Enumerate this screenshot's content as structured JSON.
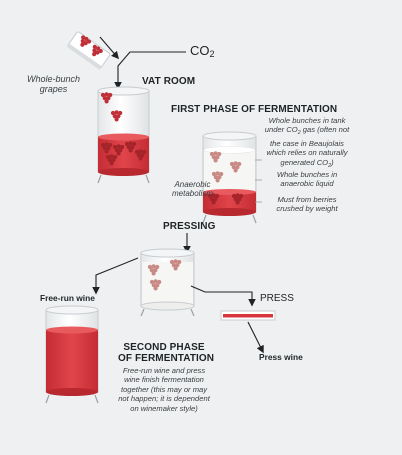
{
  "labels": {
    "co2": "CO",
    "co2_sub": "2",
    "whole_bunch_line1": "Whole-bunch",
    "whole_bunch_line2": "grapes",
    "vat_room": "VAT ROOM",
    "first_phase": "FIRST PHASE OF FERMENTATION",
    "anaerobic_line1": "Anaerobic",
    "anaerobic_line2": "metabolism",
    "first_note_1a": "Whole bunches in tank",
    "first_note_1b_pre": "under CO",
    "first_note_1b_sub": "2",
    "first_note_1b_post": " gas (often not",
    "first_note_1c": "the case in Beaujolais",
    "first_note_1d": "which relies on naturally",
    "first_note_1e_pre": "generated CO",
    "first_note_1e_sub": "2",
    "first_note_1e_post": ")",
    "first_note_2a": "Whole bunches in",
    "first_note_2b": "anaerobic liquid",
    "first_note_3a": "Must from berries",
    "first_note_3b": "crushed by weight",
    "pressing": "PRESSING",
    "press": "PRESS",
    "free_run": "Free-run wine",
    "press_wine": "Press wine",
    "second_phase_line1": "SECOND PHASE",
    "second_phase_line2": "OF FERMENTATION",
    "second_note_a": "Free-run wine and press",
    "second_note_b": "wine finish fermentation",
    "second_note_c": "together (this may or may",
    "second_note_d": "not happen; it is dependent",
    "second_note_e": "on winemaker style)"
  },
  "colors": {
    "background": "#eef0f1",
    "wine": "#d8353c",
    "wine_dark": "#a5242a",
    "grape": "#bf2f38",
    "grape_pale": "#c98a86",
    "glass": "#ffffff",
    "glass_edge": "#c7ccd0",
    "must_white": "#f6f6f4",
    "arrow": "#1f2326"
  },
  "icons": [
    "grape-bunch-icon",
    "arrow-icon",
    "tank-icon",
    "press-tray-icon"
  ]
}
